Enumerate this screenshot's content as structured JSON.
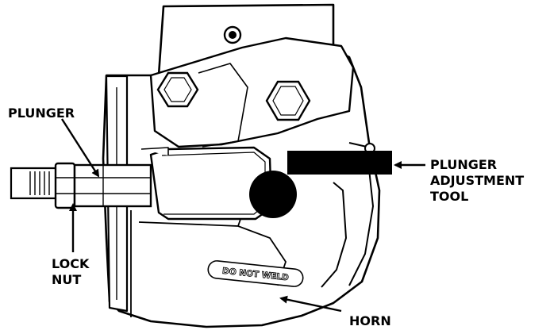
{
  "labels": {
    "plunger": "PLUNGER",
    "lock_nut_line1": "LOCK",
    "lock_nut_line2": "NUT",
    "tool_line1": "PLUNGER",
    "tool_line2": "ADJUSTMENT",
    "tool_line3": "TOOL",
    "horn": "HORN"
  },
  "stencil": "DO NOT WELD"
}
